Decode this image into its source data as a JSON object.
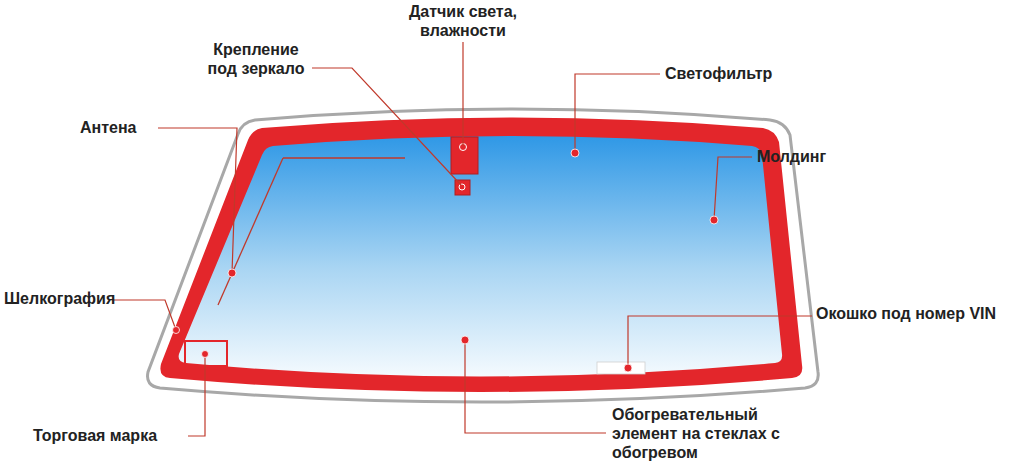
{
  "diagram": {
    "labels": [
      "Датчик света, влажности",
      "Крепление под зеркало",
      "Светофильтр",
      "Антена",
      "Молдинг",
      "Шелкография",
      "Окошко под номер VIN",
      "Торговая марка",
      "Обогревательный элемент на стеклах с обогревом"
    ]
  }
}
